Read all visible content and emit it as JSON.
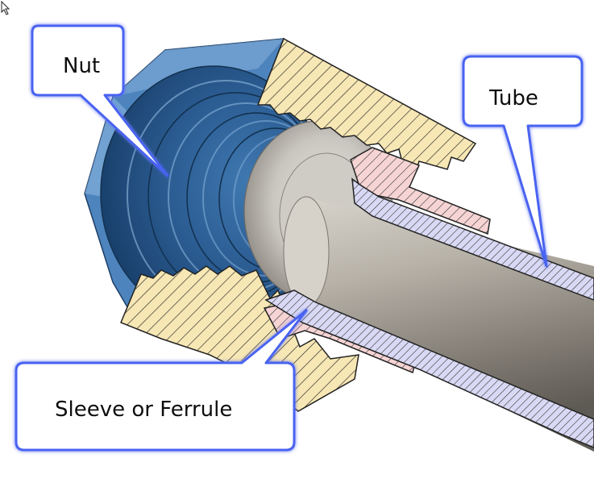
{
  "callouts": {
    "nut": "Nut",
    "tube": "Tube",
    "sleeve": "Sleeve or Ferrule"
  },
  "colors": {
    "callout_fill": "#ffffff",
    "callout_stroke": "#4a63f0",
    "nut_section": "#f7e7b4",
    "sleeve_section": "#f6d4d4",
    "tube_section": "#d9d9f5",
    "thread_blue": "#2f5f93",
    "tube_metal": "#9a958c"
  },
  "icons": {
    "cursor": "mouse-pointer-icon"
  }
}
